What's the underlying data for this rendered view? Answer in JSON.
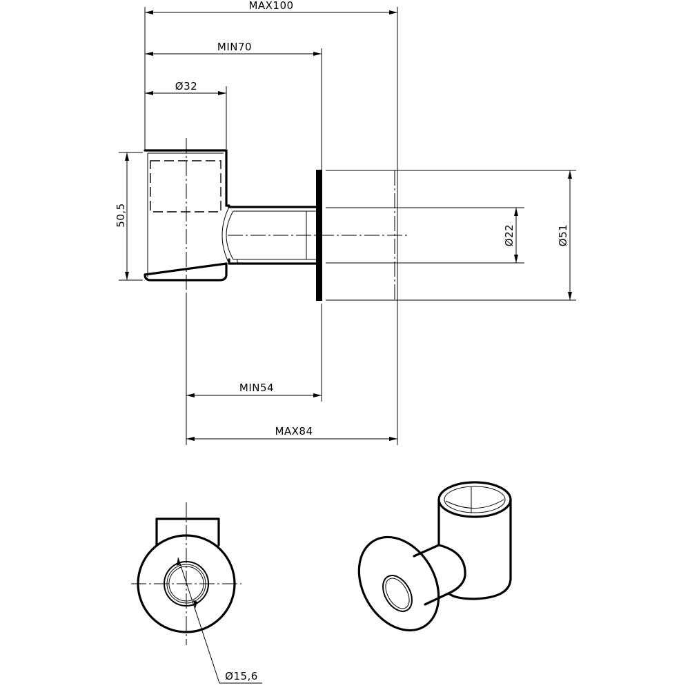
{
  "dimensions": {
    "max100": "MAX100",
    "min70": "MIN70",
    "d32": "Ø32",
    "h50_5": "50,5",
    "d22": "Ø22",
    "d51": "Ø51",
    "min54": "MIN54",
    "max84": "MAX84",
    "d15_6": "Ø15,6"
  },
  "colors": {
    "line": "#000000",
    "background": "#ffffff"
  }
}
